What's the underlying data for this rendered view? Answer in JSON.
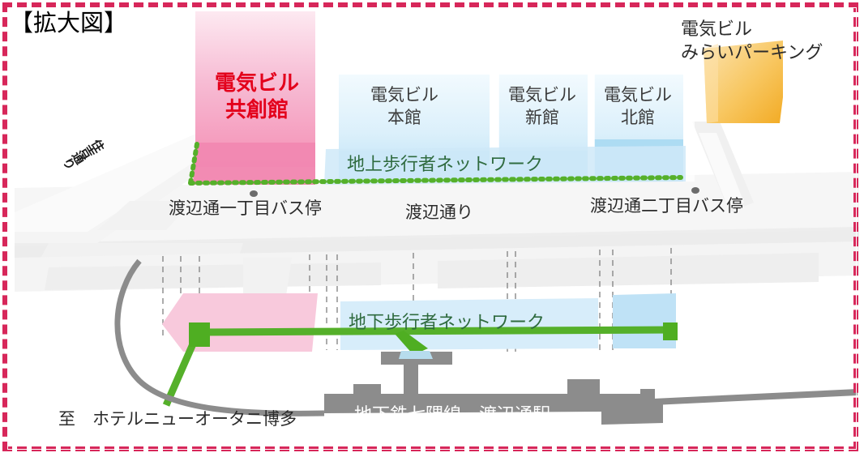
{
  "title": "【拡大図】",
  "colors": {
    "frame_red": "#d7275a",
    "kyosokan_red": "#e3001b",
    "pink_building": "#f190b6",
    "pink_light": "#f8cadb",
    "blue_building": "#b9dff3",
    "blue_light": "#d9eefb",
    "orange_parking": "#f6b940",
    "route_green": "#5fb728",
    "road_gray": "#efefef",
    "station_gray": "#8c8c8c",
    "net_label_green": "#2f6b3f"
  },
  "buildings": {
    "kyosokan": {
      "line1": "電気ビル",
      "line2": "共創館"
    },
    "honkan": {
      "line1": "電気ビル",
      "line2": "本館"
    },
    "shinkan": {
      "line1": "電気ビル",
      "line2": "新館"
    },
    "kitakan": {
      "line1": "電気ビル",
      "line2": "北館"
    },
    "parking": {
      "line1": "電気ビル",
      "line2": "みらいパーキング"
    }
  },
  "networks": {
    "ground": "地上歩行者ネットワーク",
    "underground": "地下歩行者ネットワーク"
  },
  "transit": {
    "bus_stop_1": "渡辺通一丁目バス停",
    "bus_stop_2": "渡辺通二丁目バス停",
    "subway_station": "地下鉄七隈線　渡辺通駅"
  },
  "roads": {
    "watanabe_dori": "渡辺通り",
    "jonan_sen": "住吉通り"
  },
  "direction": {
    "hotel": "至　ホテルニューオータニ博多"
  }
}
